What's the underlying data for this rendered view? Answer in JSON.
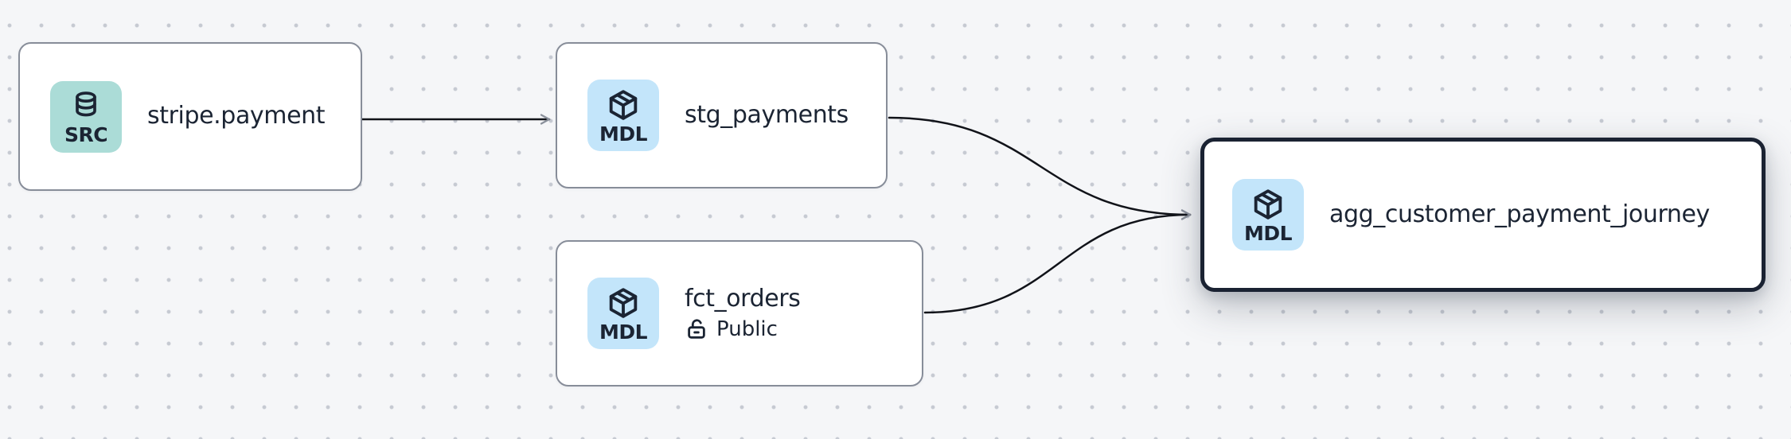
{
  "canvas": {
    "background_color": "#f5f6f8",
    "dot_color": "#c6cad2",
    "edge_color": "#111319",
    "arrowhead_color": "#8b919c"
  },
  "nodes": [
    {
      "id": "stripe.payment",
      "title": "stripe.payment",
      "badge": "SRC",
      "badge_icon": "database-icon",
      "badge_color": "#abdcd7",
      "selected": false
    },
    {
      "id": "stg_payments",
      "title": "stg_payments",
      "badge": "MDL",
      "badge_icon": "cube-icon",
      "badge_color": "#c3e5fa",
      "selected": false
    },
    {
      "id": "fct_orders",
      "title": "fct_orders",
      "badge": "MDL",
      "badge_icon": "cube-icon",
      "badge_color": "#c3e5fa",
      "access": "Public",
      "access_icon": "unlock-icon",
      "selected": false
    },
    {
      "id": "agg_customer_payment_journey",
      "title": "agg_customer_payment_journey",
      "badge": "MDL",
      "badge_icon": "cube-icon",
      "badge_color": "#c3e5fa",
      "selected": true
    }
  ],
  "edges": [
    {
      "source": "stripe.payment",
      "target": "stg_payments"
    },
    {
      "source": "stg_payments",
      "target": "agg_customer_payment_journey"
    },
    {
      "source": "fct_orders",
      "target": "agg_customer_payment_journey"
    }
  ]
}
